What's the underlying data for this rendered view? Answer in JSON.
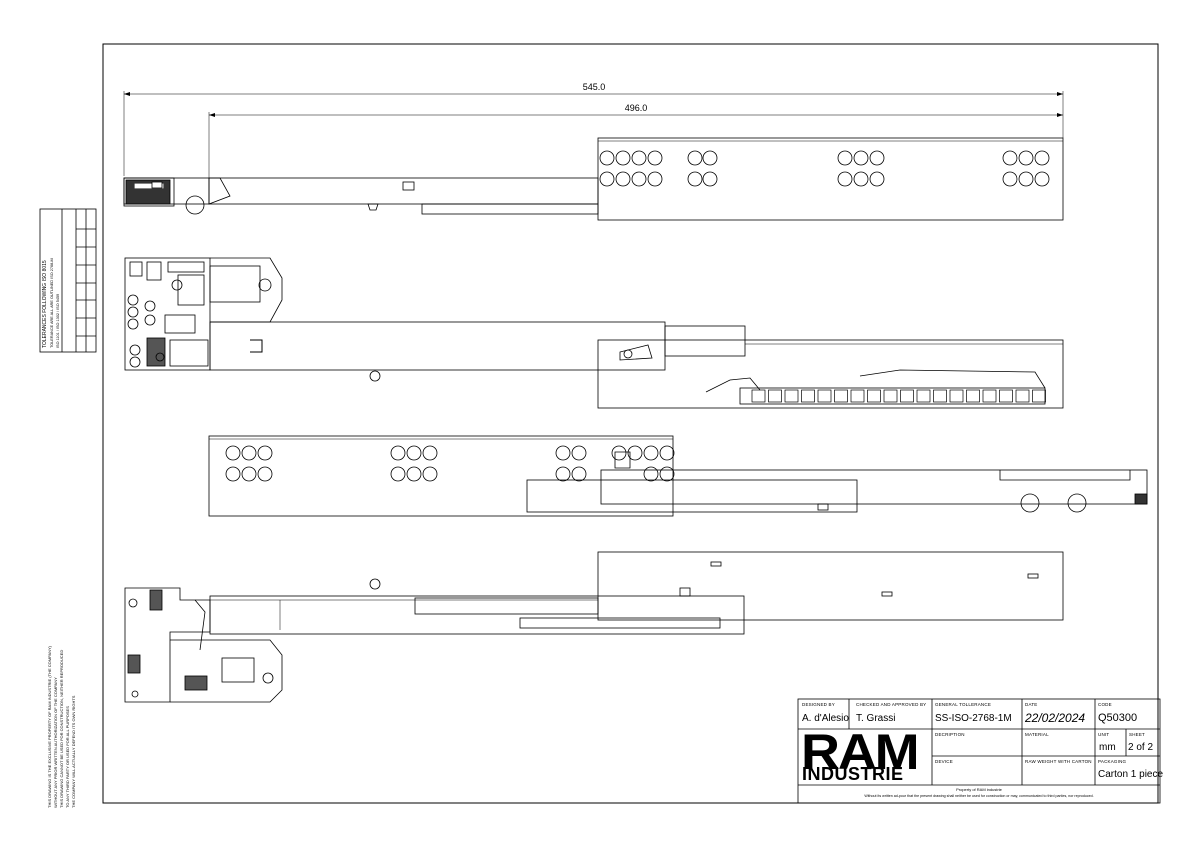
{
  "dimensions": {
    "overall": "545.0",
    "inner": "496.0"
  },
  "title_block": {
    "designed_by_label": "DESIGNED BY",
    "designed_by": "A. d'Alesio",
    "checked_label": "CHECKED AND APPROVED BY",
    "checked_by": "T. Grassi",
    "tolerance_label": "GENERAL TOLLERANCE",
    "tolerance": "SS-ISO-2768-1M",
    "date_label": "DATE",
    "date": "22/02/2024",
    "code_label": "CODE",
    "code": "Q50300",
    "description_label": "DECRIPTION",
    "material_label": "MATERIAL",
    "unit_label": "UNIT",
    "unit": "mm",
    "sheet_label": "SHEET",
    "sheet": "2 of 2",
    "device_label": "DEVICE",
    "weight_label": "RAW WEIGHT WITH CARTON",
    "packaging_label": "PACKAGING",
    "packaging": "Carton 1 piece",
    "logo_top": "RAM",
    "logo_bottom": "INDUSTRIE",
    "property_line": "Property of RAM industrie",
    "legal_line": "Without its written ad-pour that the present drawing shall neither be used for construction or may, communicated to third parties, nor reproduced."
  },
  "left_notes": {
    "tolerance_table_title": "TOLERANCES FOLLOWING ISO 8015",
    "tolerance_table_line2": "TOLERANCE ARE ALL ARE OUTLINED ISO 2768-M",
    "tolerance_table_line3": "ISO 1101 / ISO 1302 / ISO 5459",
    "confidential_lines": [
      "THIS DRAWING IS THE EXCLUSIVE PROPERTY OF RAM INDUSTRIE (THE COMPANY)",
      "WITHOUT ANY PRIOR WRITTEN AUTHORIZATION OF THE COMPANY",
      "THIS DRAWING CANNOT BE USED FOR CONSTRUCTION, NEITHER REPRODUCED",
      "TO ANY THIRD PARTY OR USED FOR ALL PURPOSES",
      "THE COMPANY WILL ACTUALLY DEFEND ITS OWN RIGHTS"
    ]
  }
}
